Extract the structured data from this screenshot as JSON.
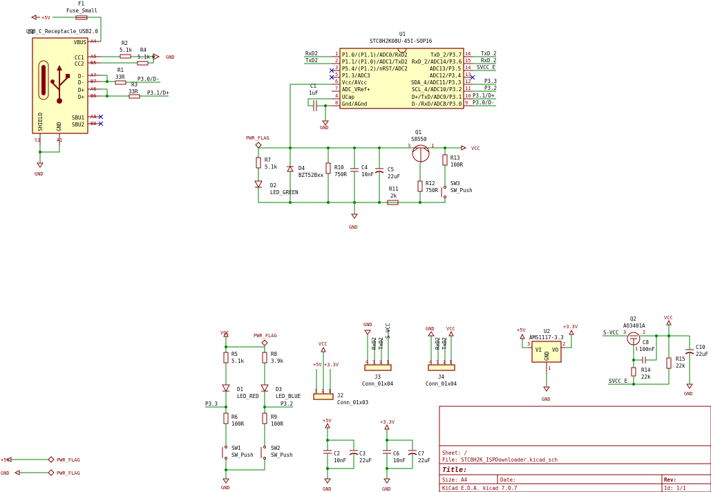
{
  "sheet": {
    "title_label": "Title:",
    "sheet_label": "Sheet: /",
    "file_label": "File: STC8H2K_ISPDownloader.kicad_sch",
    "size_label": "Size: A4",
    "date_label": "Date:",
    "rev_label": "Rev:",
    "tool_label": "KiCad E.D.A.  kicad 7.0.7",
    "id_label": "Id: 1/1"
  },
  "nets": {
    "p5v": "+5V",
    "p33": "+3.3V",
    "vcc": "VCC",
    "gnd": "GND",
    "pwr_flag": "PWR_FLAG",
    "txd": "TxD2",
    "rxd": "RxD2",
    "txd_2": "TxD_2",
    "rxd_2": "RxD_2",
    "svcc_e": "SVCC_E",
    "s_vcc": "S-VCC",
    "p30d": "P3.0/D-",
    "p31d": "P3.1/D+",
    "p33n": "P3.3",
    "p32n": "P3.2"
  },
  "usb": {
    "ref": "J1",
    "value": "USB_C_Receptacle_USB2.0",
    "fuse_ref": "F1",
    "fuse_value": "Fuse_Small",
    "pins": [
      "VBUS",
      "CC1",
      "CC2",
      "D-",
      "D-",
      "D+",
      "D+",
      "SBU1",
      "SBU2",
      "SHIELD",
      "GND"
    ],
    "pin_nums": [
      "A4",
      "A5",
      "B5",
      "A7",
      "B7",
      "A6",
      "B6",
      "A8",
      "B8",
      "S1",
      "A1"
    ]
  },
  "mcu": {
    "ref": "U1",
    "value": "STC8H2K08U-45I-SOP16",
    "left_pins": [
      "P1.0/(P1.1)/ADC0/RxD2",
      "P1.1/(P1.0)/ADC1/TxD2",
      "P5.4/(P1.2)/nRST/ADC2",
      "P1.3/ADC3",
      "Vcc/AVcc",
      "ADC_VRef+",
      "UCap",
      "Gnd/AGnd"
    ],
    "left_nums": [
      "1",
      "2",
      "3",
      "5",
      "6",
      "7",
      "4",
      "8"
    ],
    "right_pins": [
      "TxD_2/P3.7",
      "RxD_2/ADC14/P3.6",
      "ADC13/P3.5",
      "ADC12/P3.4",
      "SDA_4/ADC11/P3.3",
      "SCL_4/ADC10/P3.2",
      "D+/TxD/ADC9/P3.1",
      "D-/RxD/ADC8/P3.0"
    ],
    "right_nums": [
      "16",
      "15",
      "14",
      "13",
      "12",
      "11",
      "10",
      "9"
    ]
  },
  "parts": {
    "r2": [
      "R2",
      "5.1k"
    ],
    "r4": [
      "R4",
      "5.1k"
    ],
    "r1": [
      "R1",
      "33R"
    ],
    "r3": [
      "R3",
      "33R"
    ],
    "c1": [
      "C1",
      "1uF"
    ],
    "r7": [
      "R7",
      "5.1k"
    ],
    "d2": [
      "D2",
      "LED_GREEN"
    ],
    "d4": [
      "D4",
      "BZT52Bxx"
    ],
    "r10": [
      "R10",
      "750R"
    ],
    "c4": [
      "C4",
      "10nF"
    ],
    "c5": [
      "C5",
      "22uF"
    ],
    "q1": [
      "Q1",
      "S8550"
    ],
    "r13": [
      "R13",
      "100R"
    ],
    "r11": [
      "R11",
      "2k"
    ],
    "r12": [
      "R12",
      "750R"
    ],
    "sw3": [
      "SW3",
      "SW_Push"
    ],
    "r5": [
      "R5",
      "5.1k"
    ],
    "r8": [
      "R8",
      "3.9k"
    ],
    "d1": [
      "D1",
      "LED_RED"
    ],
    "d3": [
      "D3",
      "LED_BLUE"
    ],
    "r6": [
      "R6",
      "100R"
    ],
    "r9": [
      "R9",
      "100R"
    ],
    "sw1": [
      "SW1",
      "SW_Push"
    ],
    "sw2": [
      "SW2",
      "SW_Push"
    ],
    "j2": [
      "J2",
      "Conn_01x03"
    ],
    "j3": [
      "J3",
      "Conn_01x04"
    ],
    "j4": [
      "J4",
      "Conn_01x04"
    ],
    "u2": [
      "U2",
      "AMS1117-3.3"
    ],
    "u2_vi": "VI",
    "u2_vo": "VO",
    "u2_gnd": "GND",
    "q2": [
      "Q2",
      "AO3401A"
    ],
    "c8": [
      "C8",
      "100nF"
    ],
    "r14": [
      "R14",
      "22k"
    ],
    "r15": [
      "R15",
      "22k"
    ],
    "c10": [
      "C10",
      "22uF"
    ],
    "c2": [
      "C2",
      "10nF"
    ],
    "c3": [
      "C3",
      "22uF"
    ],
    "c6": [
      "C6",
      "10nF"
    ],
    "c7": [
      "C7",
      "22uF"
    ]
  },
  "colors": {
    "wire": "#008400",
    "symbol": "#840000",
    "fill": "#ffffc2",
    "label": "#006464"
  }
}
